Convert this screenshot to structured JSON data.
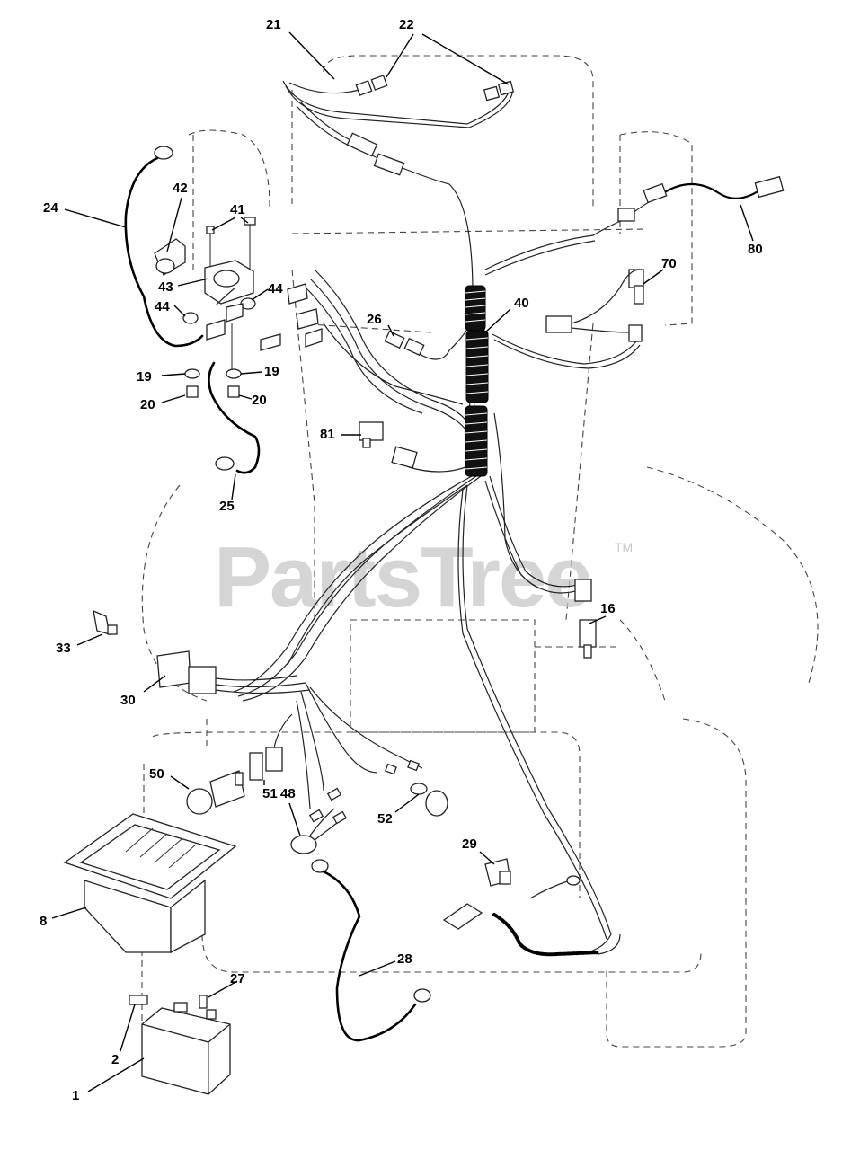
{
  "watermark": {
    "text": "PartsTree",
    "trademark": "TM"
  },
  "callouts": {
    "c1": "1",
    "c2": "2",
    "c8": "8",
    "c16": "16",
    "c19a": "19",
    "c19b": "19",
    "c20a": "20",
    "c20b": "20",
    "c21": "21",
    "c22": "22",
    "c24": "24",
    "c25": "25",
    "c26": "26",
    "c27": "27",
    "c28": "28",
    "c29": "29",
    "c30": "30",
    "c33": "33",
    "c40": "40",
    "c41": "41",
    "c42": "42",
    "c43": "43",
    "c44a": "44",
    "c44b": "44",
    "c48": "48",
    "c50": "50",
    "c51": "51",
    "c52": "52",
    "c70": "70",
    "c80": "80",
    "c81": "81"
  }
}
